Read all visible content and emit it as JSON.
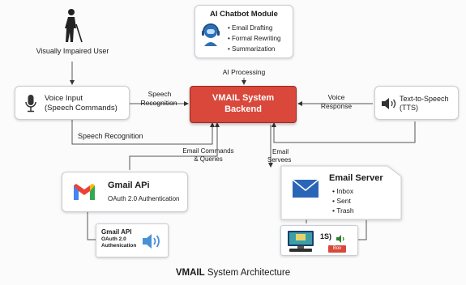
{
  "user": {
    "label": "Visually Impaired User",
    "icon": "person-with-cane-icon"
  },
  "chatbot": {
    "title": "AI Chatbot Module",
    "items": [
      "Email Drafting",
      "Formal Rewriting",
      "Summarization"
    ],
    "icon": "robot-headset-icon"
  },
  "voice_input": {
    "line1": "Voice Input",
    "line2": "(Speech Commands)",
    "icon": "microphone-icon"
  },
  "backend": {
    "line1": "VMAIL System",
    "line2": "Backend",
    "color": "#d9483b"
  },
  "tts": {
    "line1": "Text-to-Speech",
    "line2": "(TTS)",
    "icon": "speaker-icon"
  },
  "gmail": {
    "title": "Gmail APi",
    "subtitle": "OAuth 2.0 Authentication",
    "icon": "gmail-logo-icon"
  },
  "gmail_small": {
    "title": "Gmail API",
    "line2": "OAuth 2.0",
    "line3": "Authenication",
    "icon": "speaker-icon"
  },
  "email_server": {
    "title": "Email Server",
    "items": [
      "Inbox",
      "Sent",
      "Trash"
    ],
    "icon": "envelope-icon"
  },
  "computer": {
    "screen_text": "1S)",
    "badge_text": "Box",
    "icon": "computer-icon"
  },
  "labels": {
    "ai_processing": "AI Processing",
    "speech_recognition_top_1": "Speech",
    "speech_recognition_top_2": "Recognition",
    "voice_response_1": "Voice",
    "voice_response_2": "Response",
    "speech_recognition_bottom": "Speech Recognition",
    "email_commands_1": "Email Commands",
    "email_commands_2": "& Queries",
    "email_serves_1": "Email",
    "email_serves_2": "Servees"
  },
  "caption": {
    "bold": "VMAIL",
    "rest": " System Architecture"
  }
}
